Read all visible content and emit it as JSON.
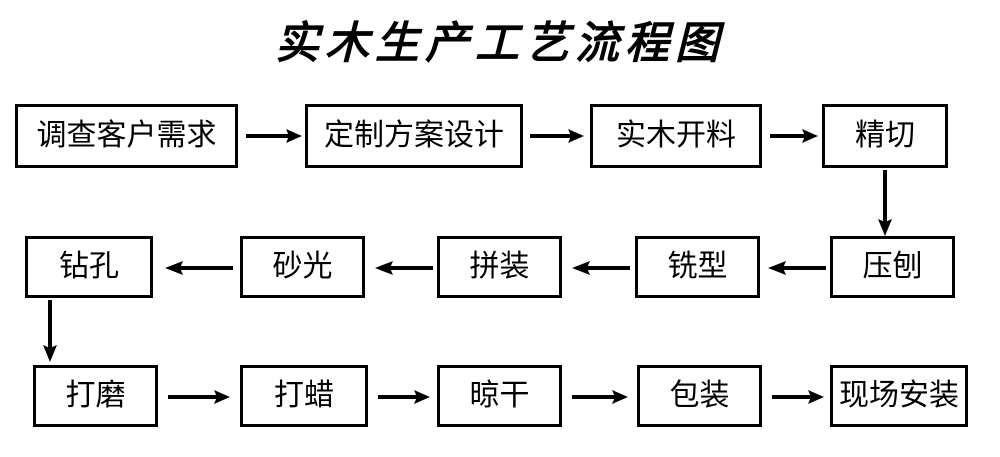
{
  "title": "实木生产工艺流程图",
  "background_color": "#ffffff",
  "box_border_color": "#000000",
  "text_color": "#000000",
  "arrow_color": "#000000",
  "flow": {
    "row1": {
      "direction": "left-to-right",
      "nodes": [
        {
          "label": "调查客户需求"
        },
        {
          "label": "定制方案设计"
        },
        {
          "label": "实木开料"
        },
        {
          "label": "精切"
        }
      ]
    },
    "row2": {
      "direction": "right-to-left",
      "nodes": [
        {
          "label": "压刨"
        },
        {
          "label": "铣型"
        },
        {
          "label": "拼装"
        },
        {
          "label": "砂光"
        },
        {
          "label": "钻孔"
        }
      ]
    },
    "row3": {
      "direction": "left-to-right",
      "nodes": [
        {
          "label": "打磨"
        },
        {
          "label": "打蜡"
        },
        {
          "label": "晾干"
        },
        {
          "label": "包装"
        },
        {
          "label": "现场安装"
        }
      ]
    },
    "connectors": [
      {
        "name": "row1-to-row2",
        "from": "精切",
        "to": "压刨",
        "orientation": "vertical-down",
        "side": "right"
      },
      {
        "name": "row2-to-row3",
        "from": "钻孔",
        "to": "打磨",
        "orientation": "vertical-down",
        "side": "left"
      }
    ]
  }
}
